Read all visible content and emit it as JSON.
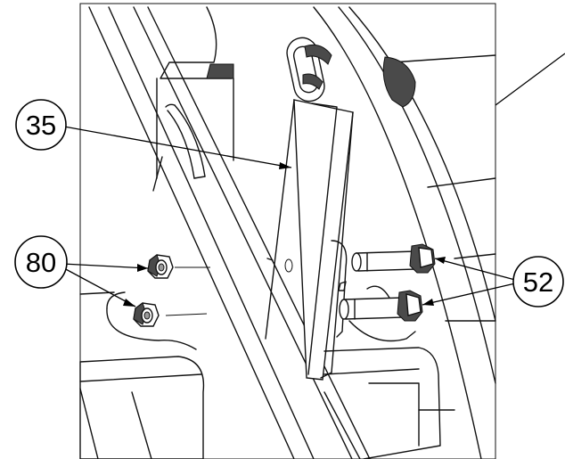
{
  "callouts": {
    "c35": "35",
    "c80": "80",
    "c52": "52"
  },
  "colors": {
    "line": "#111111",
    "dark_fill": "#4a4a4a",
    "mid_fill": "#9a9a9a",
    "background": "#ffffff"
  }
}
